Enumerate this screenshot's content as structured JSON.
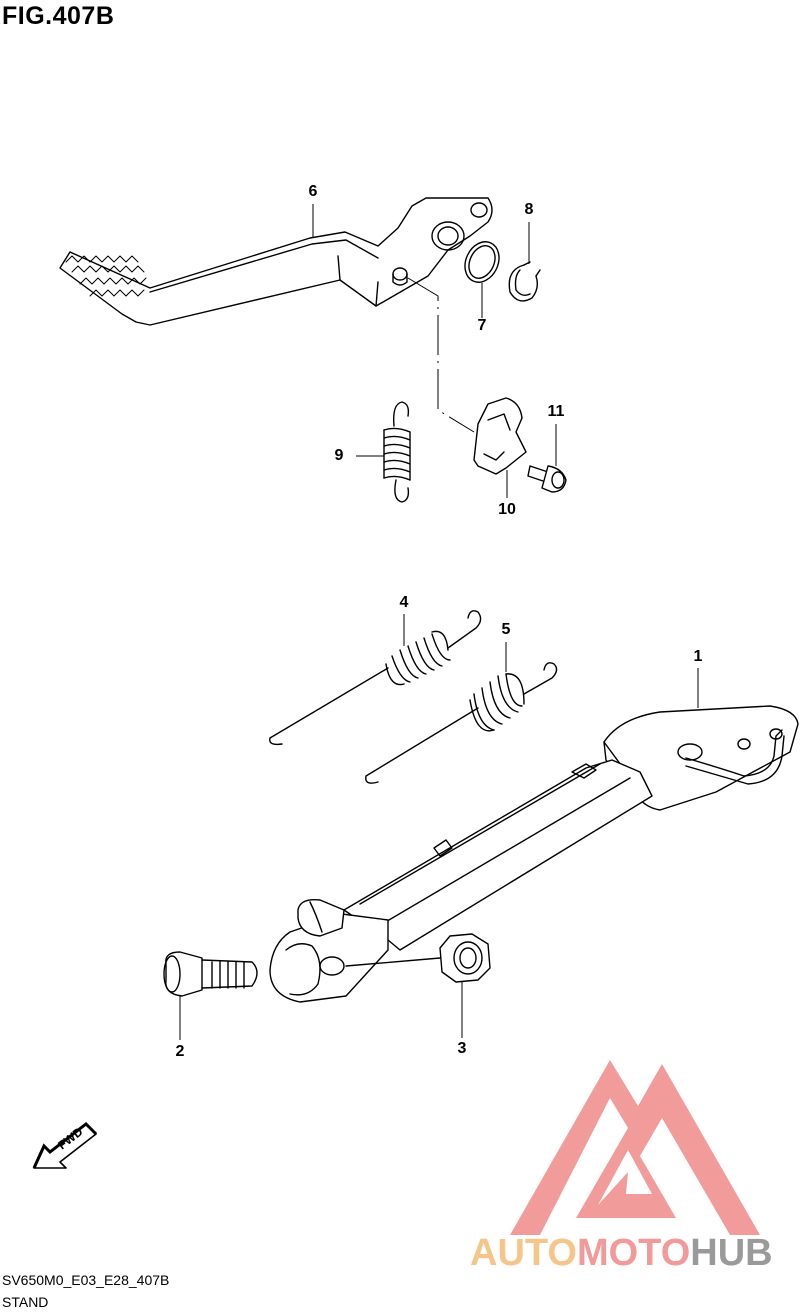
{
  "title": "FIG.407B",
  "footer": {
    "code": "SV650M0_E03_E28_407B",
    "name": "STAND"
  },
  "callouts": {
    "c1": "1",
    "c2": "2",
    "c3": "3",
    "c4": "4",
    "c5": "5",
    "c6": "6",
    "c7": "7",
    "c8": "8",
    "c9": "9",
    "c10": "10",
    "c11": "11"
  },
  "fwd_label": "FWD",
  "watermark": {
    "part1": "AUTO",
    "part2": "MOTO",
    "part3": "HUB",
    "colors": {
      "part1": "#f6c58a",
      "part2": "#f29a9a",
      "part3": "#9a9a9a",
      "logo": "#f08a8a"
    }
  }
}
